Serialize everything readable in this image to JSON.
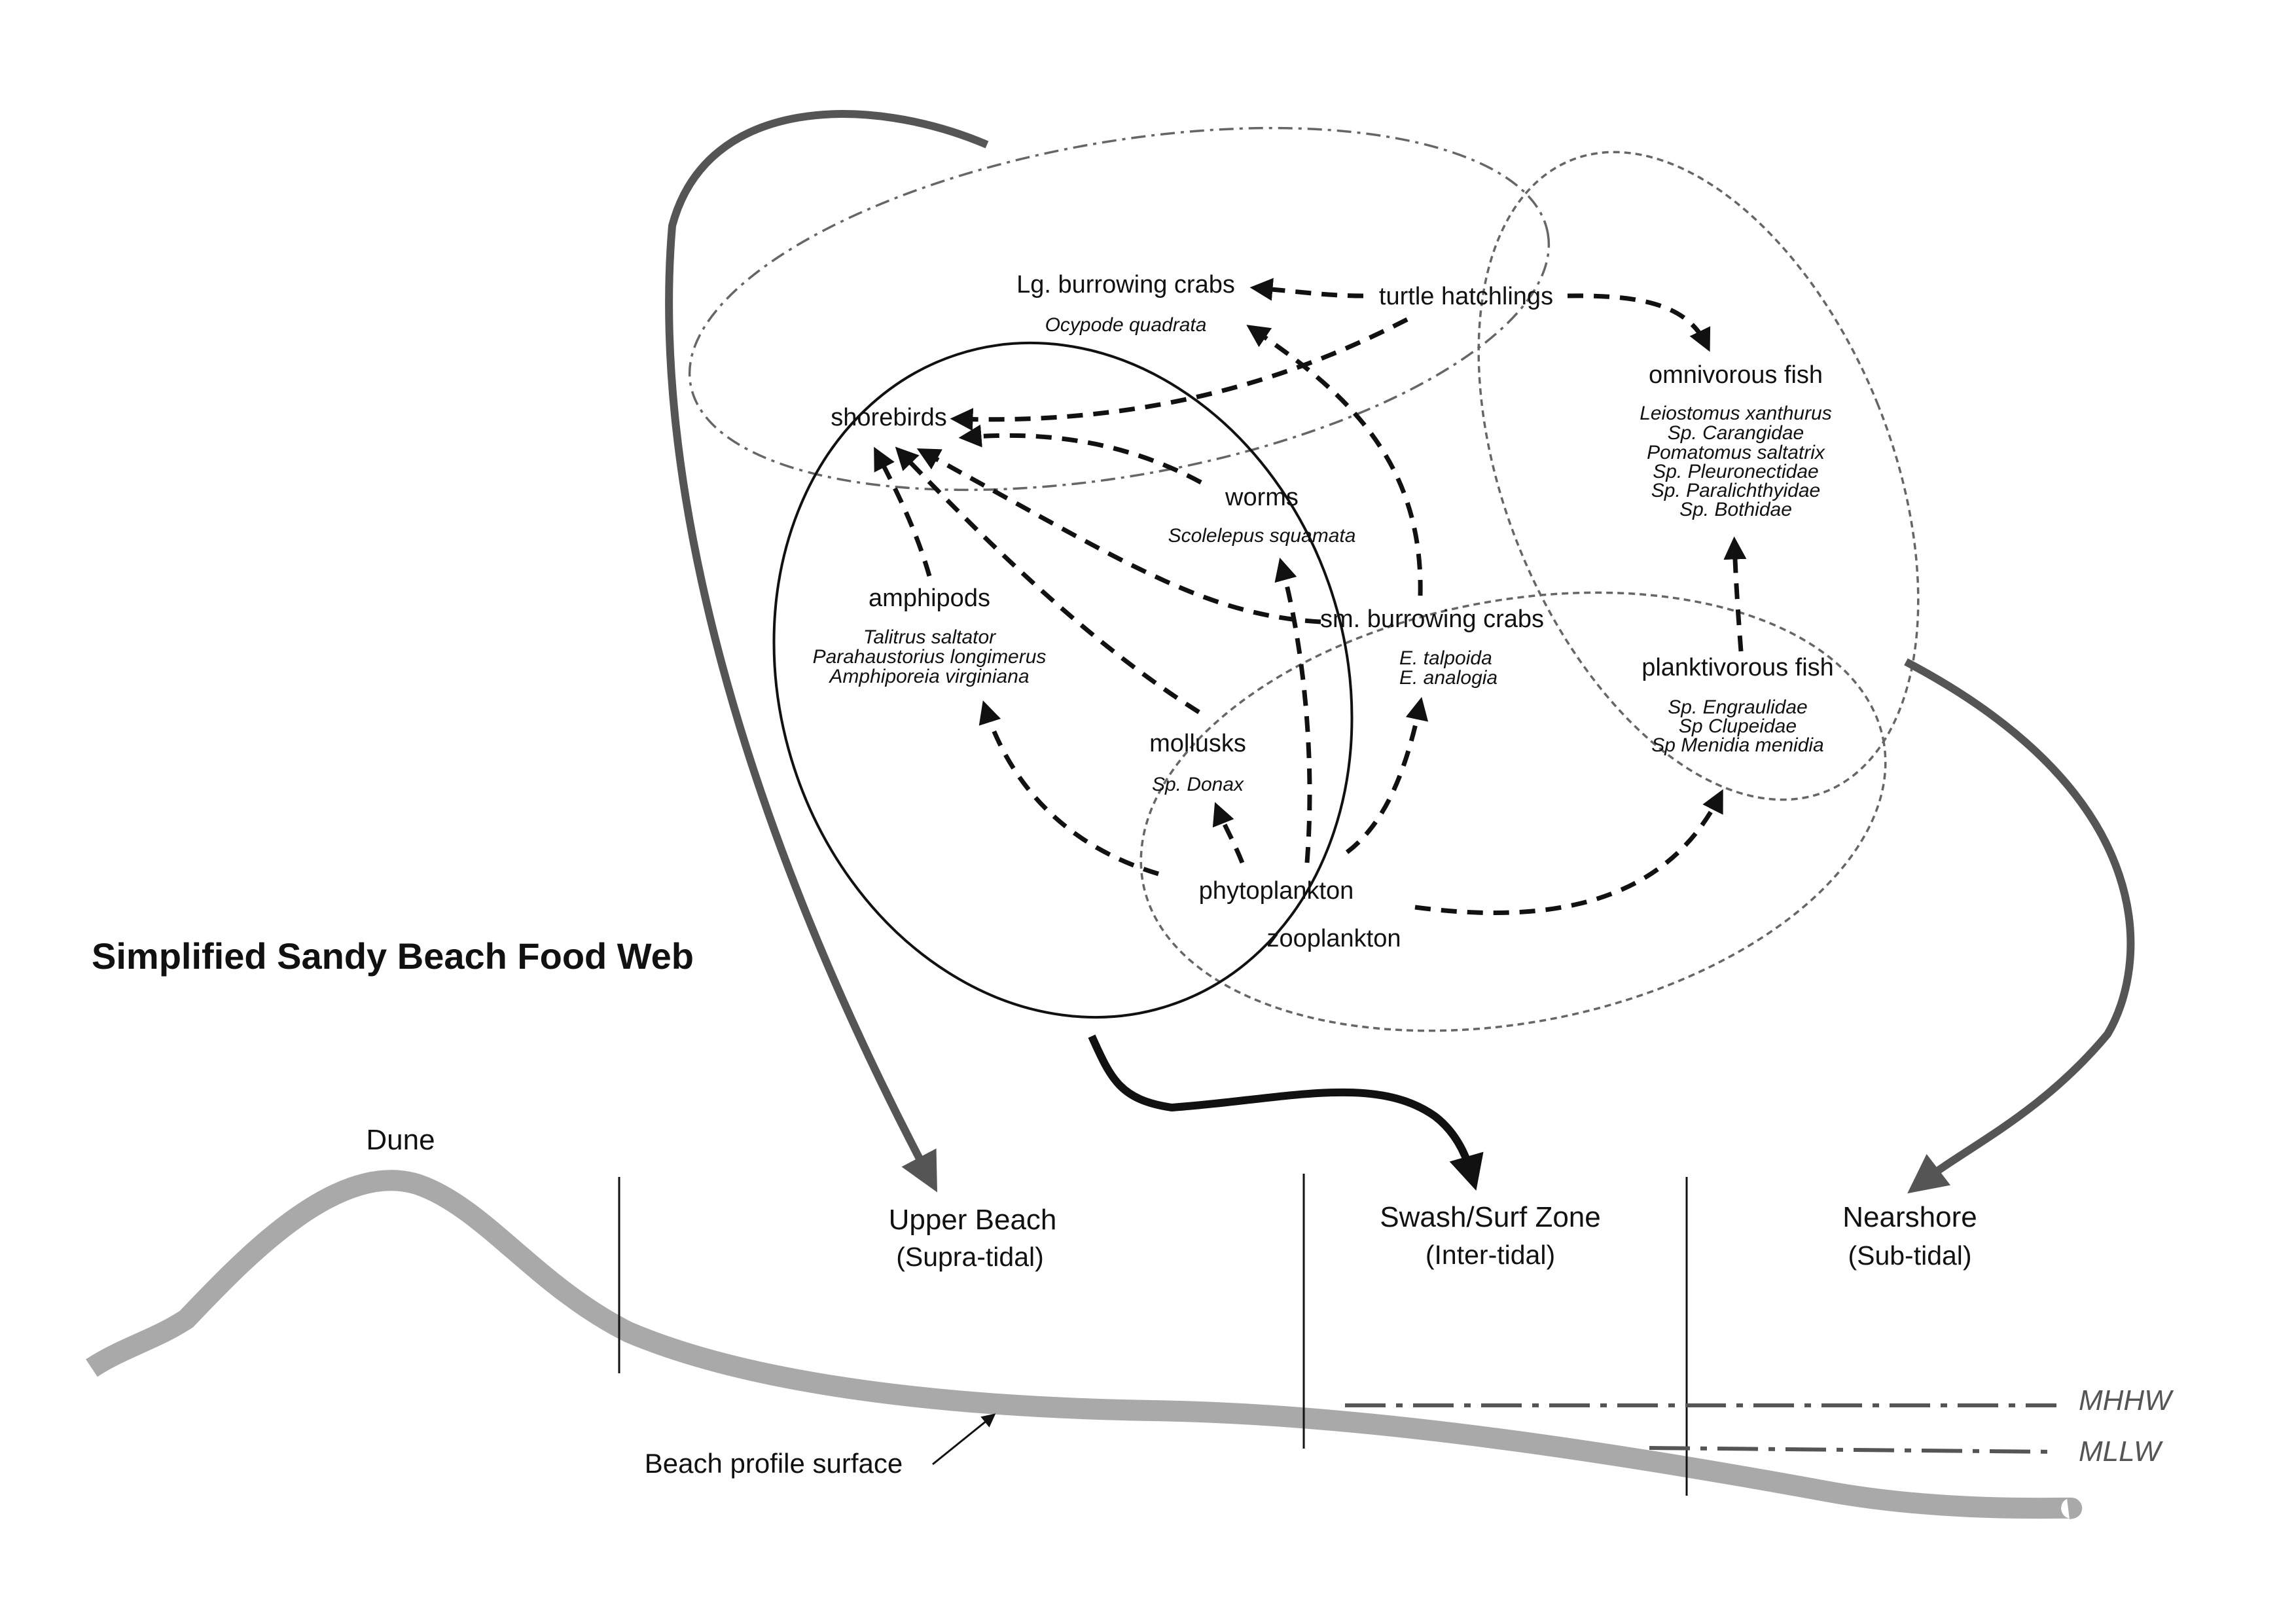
{
  "title": "Simplified Sandy Beach Food Web",
  "colors": {
    "ink": "#111111",
    "habitat_arrow": "#555555",
    "beach_surface": "#a9a9a9",
    "ellipse_outline": "#666666"
  },
  "organisms": {
    "lg_burrowing_crabs": {
      "name": "Lg. burrowing crabs",
      "species": [
        "Ocypode quadrata"
      ]
    },
    "turtle_hatchlings": {
      "name": "turtle hatchlings"
    },
    "omnivorous_fish": {
      "name": "omnivorous fish",
      "species": [
        "Leiostomus xanthurus",
        "Sp. Carangidae",
        "Pomatomus saltatrix",
        "Sp. Pleuronectidae",
        "Sp. Paralichthyidae",
        "Sp. Bothidae"
      ]
    },
    "shorebirds": {
      "name": "shorebirds"
    },
    "worms": {
      "name": "worms",
      "species": [
        "Scolelepus squamata"
      ]
    },
    "amphipods": {
      "name": "amphipods",
      "species": [
        "Talitrus saltator",
        "Parahaustorius longimerus",
        "Amphiporeia virginiana"
      ]
    },
    "sm_burrowing_crabs": {
      "name": "sm. burrowing crabs",
      "species": [
        "E. talpoida",
        "E. analogia"
      ]
    },
    "planktivorous_fish": {
      "name": "planktivorous fish",
      "species": [
        "Sp. Engraulidae",
        "Sp Clupeidae",
        "Sp Menidia menidia"
      ]
    },
    "mollusks": {
      "name": "mollusks",
      "species": [
        "Sp. Donax"
      ]
    },
    "phytoplankton": {
      "name": "phytoplankton"
    },
    "zooplankton": {
      "name": "zooplankton"
    }
  },
  "feeding_links": [
    {
      "from": "turtle_hatchlings",
      "to": "lg_burrowing_crabs"
    },
    {
      "from": "turtle_hatchlings",
      "to": "shorebirds"
    },
    {
      "from": "turtle_hatchlings",
      "to": "omnivorous_fish"
    },
    {
      "from": "worms",
      "to": "shorebirds"
    },
    {
      "from": "amphipods",
      "to": "shorebirds"
    },
    {
      "from": "mollusks",
      "to": "shorebirds"
    },
    {
      "from": "sm_burrowing_crabs",
      "to": "shorebirds"
    },
    {
      "from": "sm_burrowing_crabs",
      "to": "lg_burrowing_crabs"
    },
    {
      "from": "phytoplankton",
      "to": "amphipods"
    },
    {
      "from": "phytoplankton",
      "to": "mollusks"
    },
    {
      "from": "phytoplankton",
      "to": "worms"
    },
    {
      "from": "phytoplankton",
      "to": "sm_burrowing_crabs"
    },
    {
      "from": "phytoplankton",
      "to": "planktivorous_fish"
    },
    {
      "from": "planktivorous_fish",
      "to": "omnivorous_fish"
    }
  ],
  "zones": {
    "dune": {
      "name": "Dune"
    },
    "upper_beach": {
      "name": "Upper Beach",
      "sub": "(Supra-tidal)"
    },
    "swash_surf": {
      "name": "Swash/Surf Zone",
      "sub": "(Inter-tidal)"
    },
    "nearshore": {
      "name": "Nearshore",
      "sub": "(Sub-tidal)"
    }
  },
  "tide_lines": {
    "mhhw": "MHHW",
    "mllw": "MLLW"
  },
  "annotation": "Beach profile surface"
}
